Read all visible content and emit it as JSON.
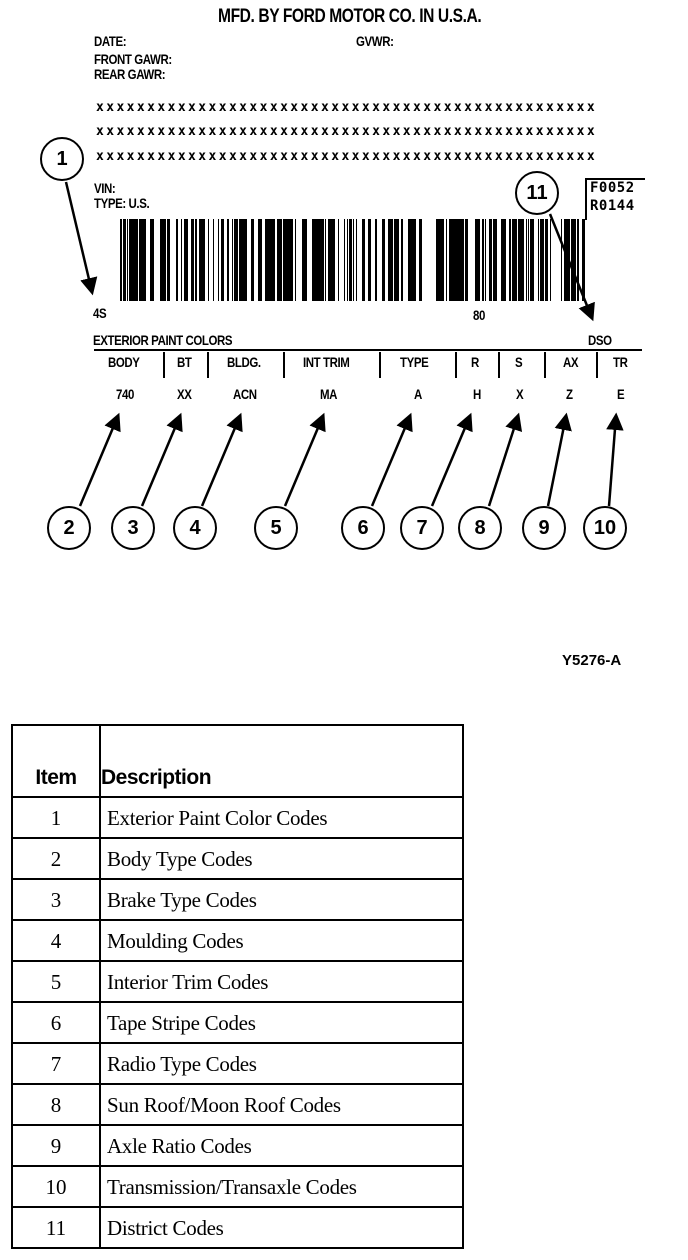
{
  "label": {
    "title": "MFD. BY FORD MOTOR CO. IN U.S.A.",
    "fields": {
      "date": "DATE:",
      "gvwr": "GVWR:",
      "front_gawr": "FRONT GAWR:",
      "rear_gawr": "REAR GAWR:",
      "vin": "VIN:",
      "type": "TYPE: U.S."
    },
    "x_rows": [
      "xxxxxxxxxxxxxxxxxxxxxxxxxxxxxxxxxxxxxxxxxxxxxxxxx",
      "xxxxxxxxxxxxxxxxxxxxxxxxxxxxxxxxxxxxxxxxxxxxxxxxx",
      "xxxxxxxxxxxxxxxxxxxxxxxxxxxxxxxxxxxxxxxxxxxxxxxxx"
    ],
    "district_box": [
      "F0052",
      "R0144"
    ],
    "paint_code": "4S",
    "mid_code": "80",
    "dso_label": "DSO",
    "exterior_paint_label": "EXTERIOR PAINT COLORS",
    "code_columns": [
      {
        "header": "BODY",
        "value": "740"
      },
      {
        "header": "BT",
        "value": "XX"
      },
      {
        "header": "BLDG.",
        "value": "ACN"
      },
      {
        "header": "INT TRIM",
        "value": "MA"
      },
      {
        "header": "TYPE",
        "value": "A"
      },
      {
        "header": "R",
        "value": "H"
      },
      {
        "header": "S",
        "value": "X"
      },
      {
        "header": "AX",
        "value": "Z"
      },
      {
        "header": "TR",
        "value": "E"
      }
    ]
  },
  "callouts": [
    "1",
    "2",
    "3",
    "4",
    "5",
    "6",
    "7",
    "8",
    "9",
    "10",
    "11"
  ],
  "figure_id": "Y5276-A",
  "table": {
    "headers": {
      "item": "Item",
      "description": "Description"
    },
    "rows": [
      {
        "item": "1",
        "description": "Exterior Paint Color Codes"
      },
      {
        "item": "2",
        "description": "Body Type Codes"
      },
      {
        "item": "3",
        "description": "Brake Type Codes"
      },
      {
        "item": "4",
        "description": "Moulding Codes"
      },
      {
        "item": "5",
        "description": "Interior Trim Codes"
      },
      {
        "item": "6",
        "description": "Tape Stripe Codes"
      },
      {
        "item": "7",
        "description": "Radio Type Codes"
      },
      {
        "item": "8",
        "description": "Sun Roof/Moon Roof Codes"
      },
      {
        "item": "9",
        "description": "Axle Ratio Codes"
      },
      {
        "item": "10",
        "description": "Transmission/Transaxle Codes"
      },
      {
        "item": "11",
        "description": "District Codes"
      }
    ]
  }
}
